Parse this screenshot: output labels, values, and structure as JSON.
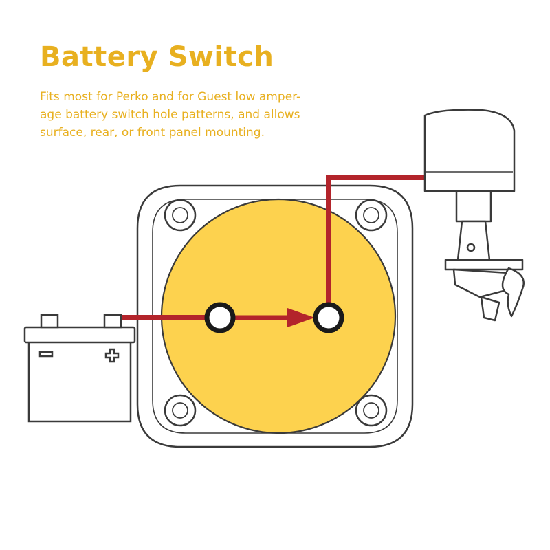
{
  "title": "Battery Switch",
  "description_lines": [
    "Fits most for Perko and for Guest low amper-",
    "age battery switch hole patterns, and allows",
    "surface, rear, or front panel mounting."
  ],
  "colors": {
    "accent_text": "#E8B020",
    "switch_face": "#FDD24E",
    "wire": "#B3242B",
    "outline": "#3a3a3a"
  },
  "icons": {
    "battery": "battery-icon",
    "switch": "battery-switch-icon",
    "motor": "outboard-motor-icon"
  }
}
